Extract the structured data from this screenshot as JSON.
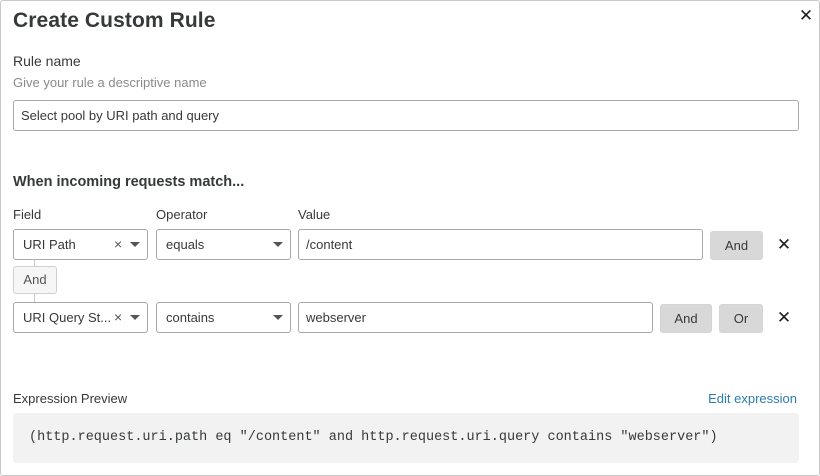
{
  "dialog": {
    "title": "Create Custom Rule",
    "close_icon": "close-icon"
  },
  "rule_name": {
    "label": "Rule name",
    "hint": "Give your rule a descriptive name",
    "value": "Select pool by URI path and query"
  },
  "match": {
    "heading": "When incoming requests match...",
    "columns": {
      "field": "Field",
      "operator": "Operator",
      "value": "Value"
    },
    "connector": "And",
    "conditions": [
      {
        "field": "URI Path",
        "operator": "equals",
        "value": "/content",
        "buttons": [
          "And"
        ]
      },
      {
        "field": "URI Query St...",
        "operator": "contains",
        "value": "webserver",
        "buttons": [
          "And",
          "Or"
        ]
      }
    ],
    "clear_glyph": "×",
    "remove_glyph": "✕"
  },
  "expression": {
    "label": "Expression Preview",
    "edit_link": "Edit expression",
    "code": "(http.request.uri.path eq \"/content\" and http.request.uri.query contains \"webserver\")"
  },
  "colors": {
    "link": "#2c7cb0",
    "button_bg": "#d8d8d8",
    "preview_bg": "#f2f2f2",
    "border": "#a8a8a8"
  }
}
